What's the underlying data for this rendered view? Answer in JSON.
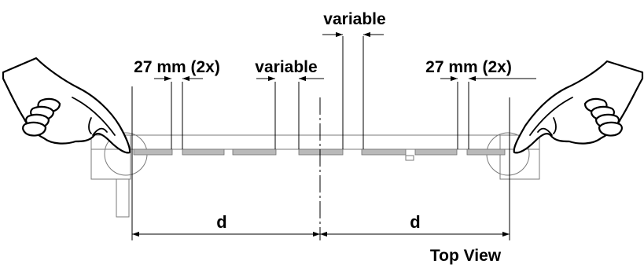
{
  "labels": {
    "top_variable": "variable",
    "left_spacing": "27 mm (2x)",
    "mid_variable": "variable",
    "right_spacing": "27 mm (2x)",
    "distance_left": "d",
    "distance_right": "d",
    "view_caption": "Top View"
  },
  "icons": {
    "left_hand": "pointing-hand-icon",
    "right_hand": "pointing-hand-icon"
  }
}
